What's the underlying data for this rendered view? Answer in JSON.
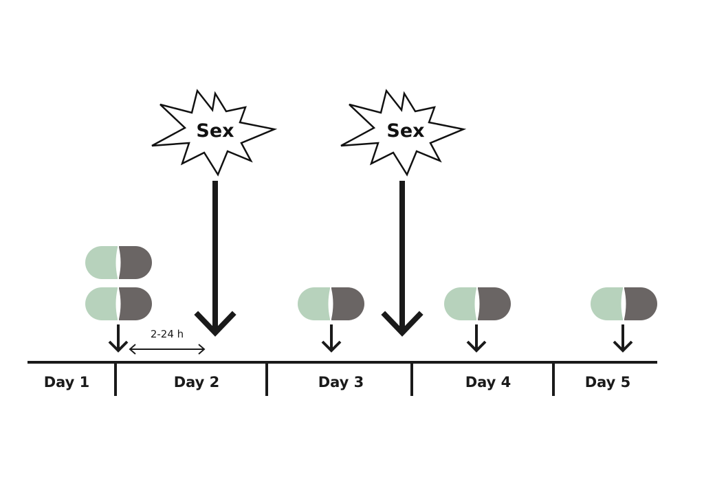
{
  "days": [
    "Day 1",
    "Day 2",
    "Day 3",
    "Day 4",
    "Day 5"
  ],
  "events": [
    {
      "label": "Sex"
    },
    {
      "label": "Sex"
    }
  ],
  "interval_label": "2-24 h",
  "colors": {
    "pill_light": "#b7d2bc",
    "pill_dark": "#6a6564",
    "ink": "#1a1a1a",
    "background": "#ffffff"
  },
  "icons": [
    "pill-icon",
    "burst-icon",
    "down-arrow-icon",
    "double-arrow-icon"
  ]
}
